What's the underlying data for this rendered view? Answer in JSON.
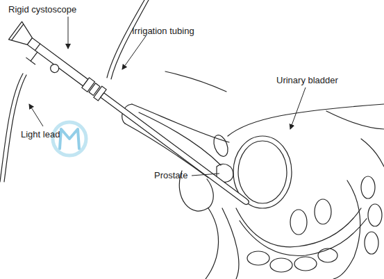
{
  "diagram": {
    "labels": [
      "Rigid cystoscope",
      "Irrigation tubing",
      "Urinary bladder",
      "Light lead",
      "Prostate"
    ]
  }
}
